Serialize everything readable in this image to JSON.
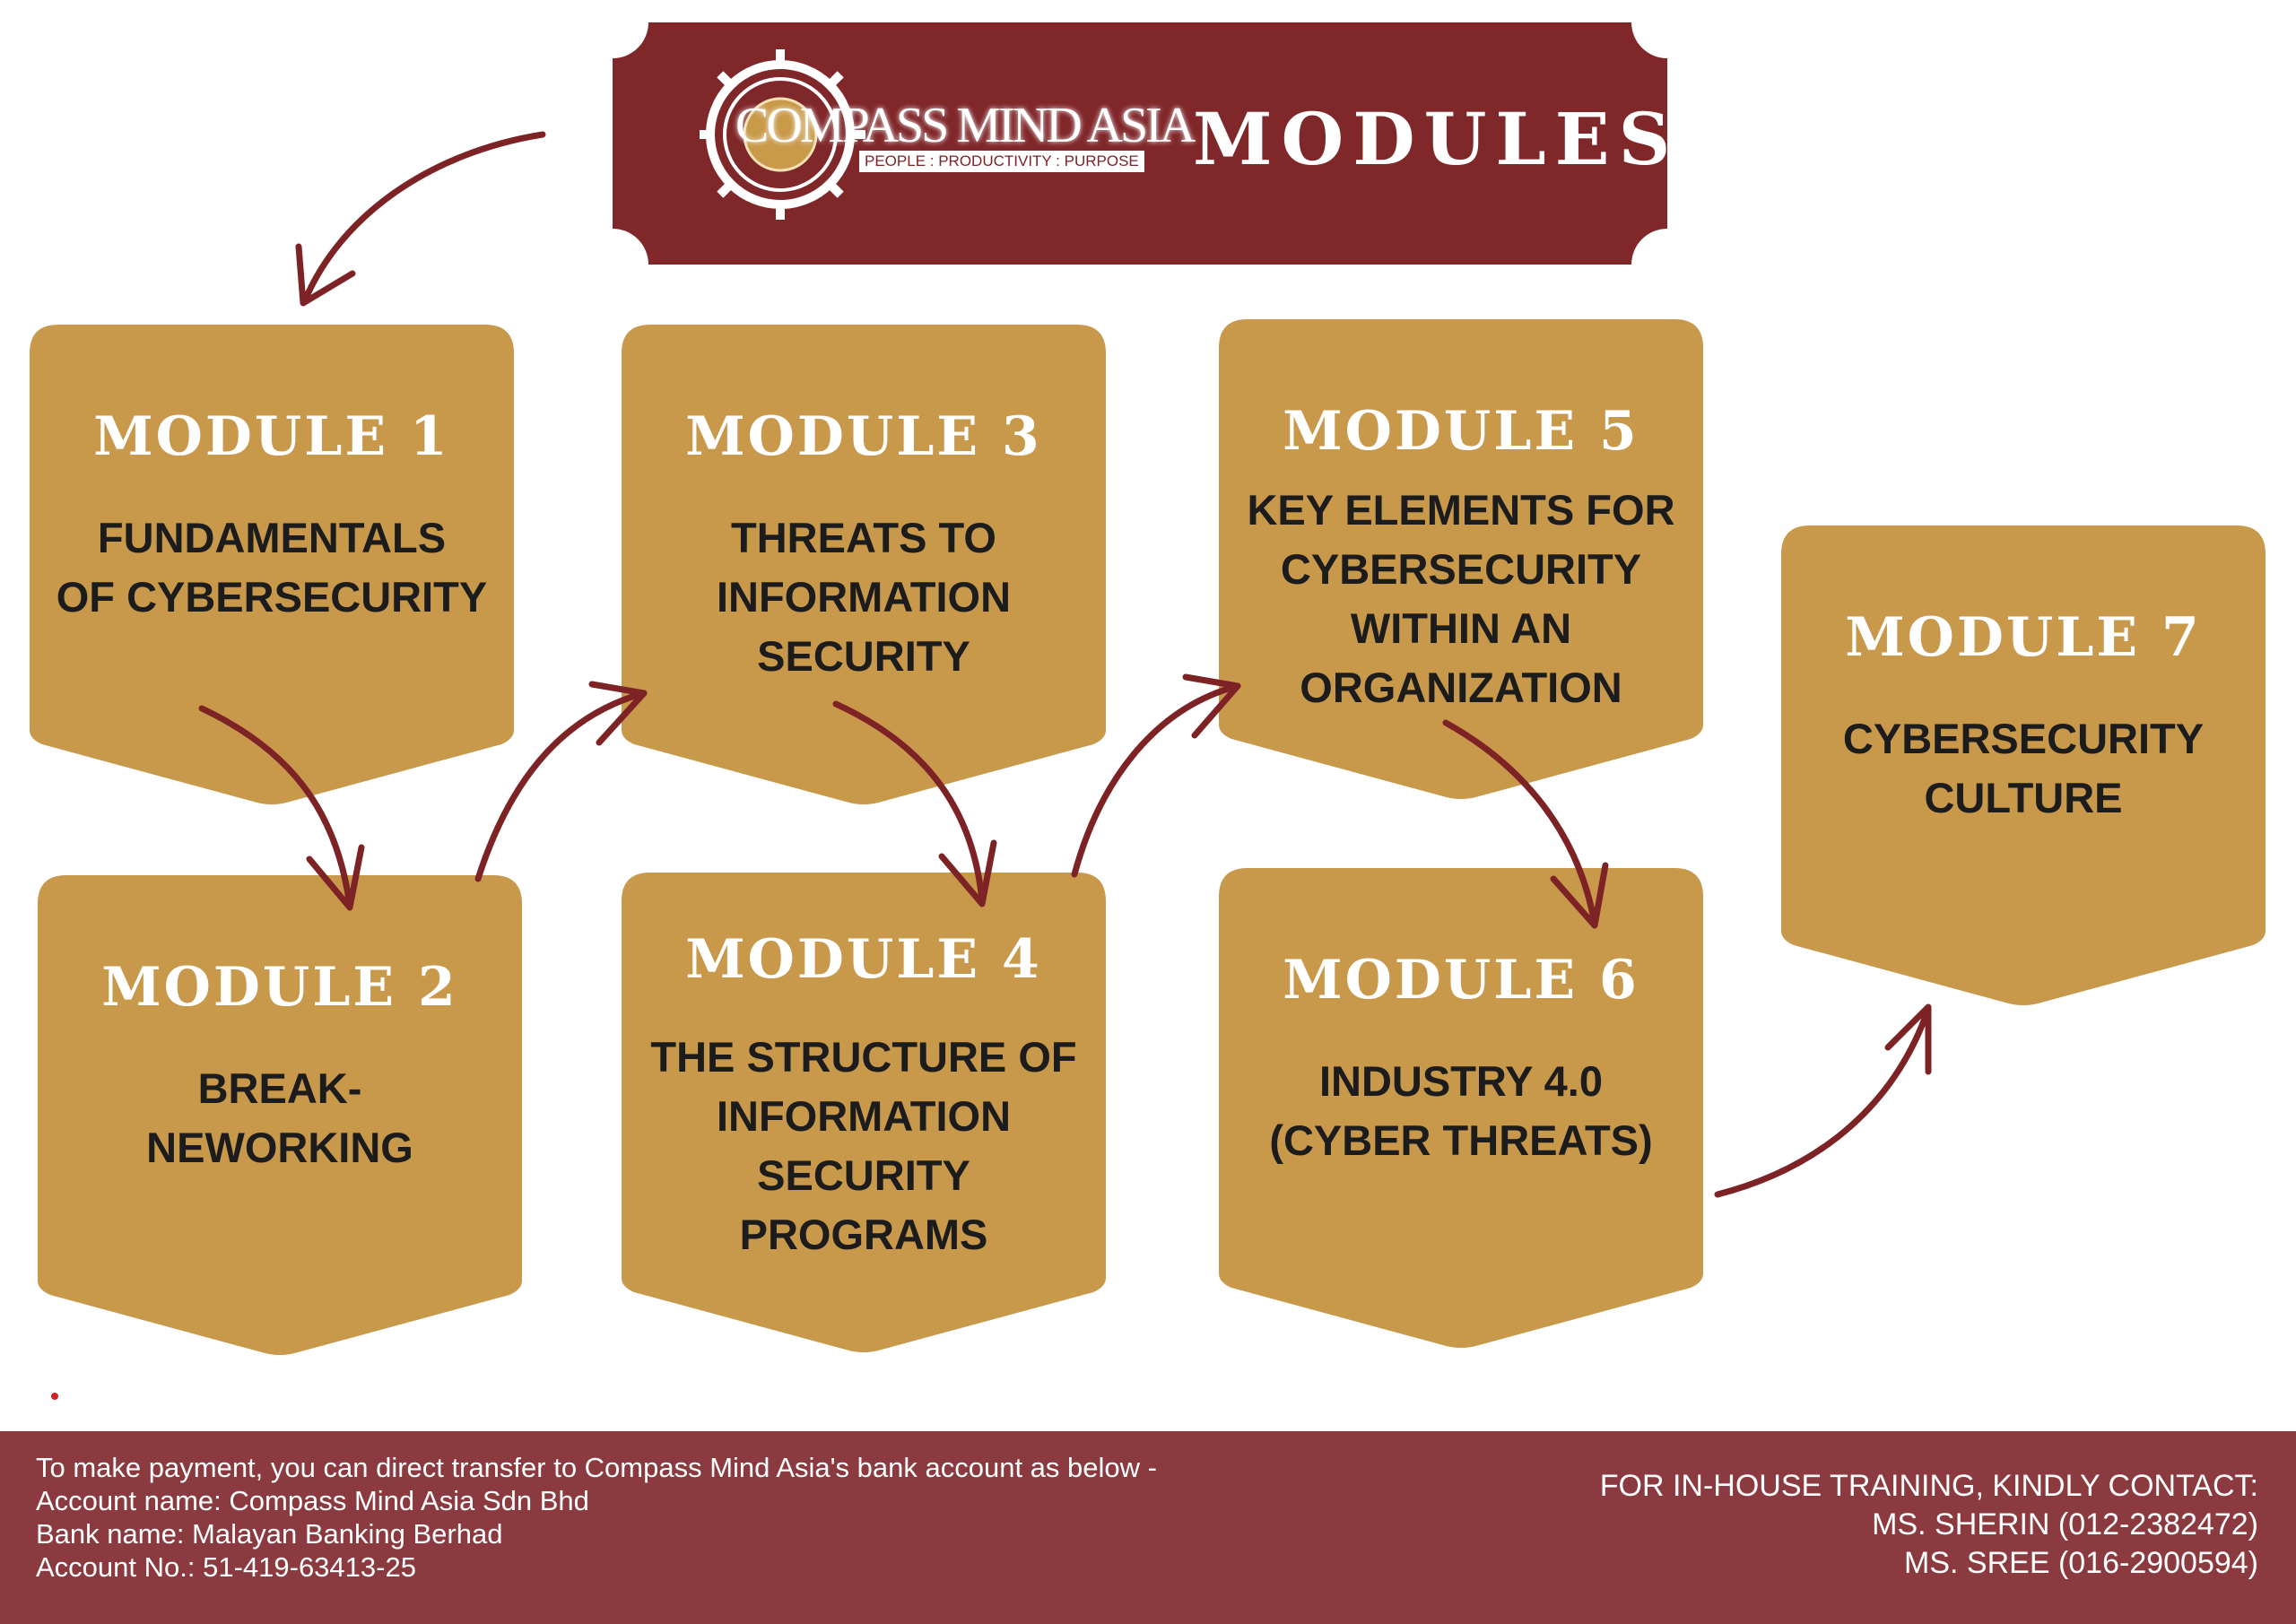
{
  "banner": {
    "brand": "COMPASS MIND ASIA",
    "brand_tagline": "PEOPLE : PRODUCTIVITY : PURPOSE",
    "title": "MODULES",
    "color": "#80272a"
  },
  "modules": [
    {
      "title": "MODULE 1",
      "desc": [
        "FUNDAMENTALS",
        "OF CYBERSECURITY"
      ]
    },
    {
      "title": "MODULE 2",
      "desc": [
        "BREAK-",
        "NEWORKING"
      ]
    },
    {
      "title": "MODULE 3",
      "desc": [
        "THREATS TO",
        "INFORMATION",
        "SECURITY"
      ]
    },
    {
      "title": "MODULE 4",
      "desc": [
        "THE STRUCTURE OF",
        "INFORMATION",
        "SECURITY",
        "PROGRAMS"
      ]
    },
    {
      "title": "MODULE 5",
      "desc": [
        "KEY ELEMENTS FOR",
        "CYBERSECURITY",
        "WITHIN AN",
        "ORGANIZATION"
      ]
    },
    {
      "title": "MODULE 6",
      "desc": [
        "INDUSTRY 4.0",
        "(CYBER THREATS)"
      ]
    },
    {
      "title": "MODULE 7",
      "desc": [
        "CYBERSECURITY",
        "CULTURE"
      ]
    }
  ],
  "colors": {
    "module_fill": "#c8984b",
    "arrow": "#7d2326",
    "footer": "#8b3a40"
  },
  "footer": {
    "payment_lines": [
      "To make payment, you can direct transfer to Compass Mind Asia's bank account as below -",
      "Account name: Compass Mind Asia Sdn Bhd",
      "Bank name: Malayan Banking Berhad",
      "Account No.: 51-419-63413-25"
    ],
    "contact_lines": [
      "FOR IN-HOUSE TRAINING, KINDLY CONTACT:",
      "MS. SHERIN (012-2382472)",
      "MS. SREE (016-2900594)"
    ]
  }
}
